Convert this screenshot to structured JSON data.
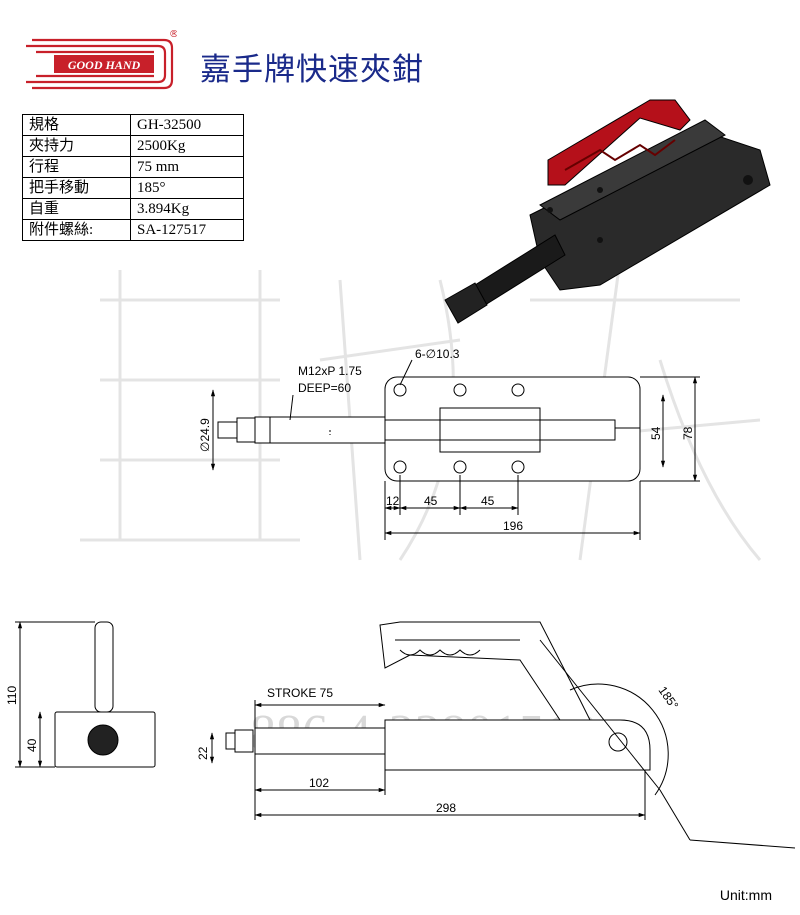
{
  "brand": {
    "logo_text": "GOOD HAND",
    "registered_mark": "®"
  },
  "title": "嘉手牌快速夾鉗",
  "specs": [
    {
      "key": "規格",
      "value": "GH-32500"
    },
    {
      "key": "夾持力",
      "value": "2500Kg"
    },
    {
      "key": "行程",
      "value": "75 mm"
    },
    {
      "key": "把手移動",
      "value": "185°"
    },
    {
      "key": "自重",
      "value": "3.894Kg"
    },
    {
      "key": "附件螺絲:",
      "value": "SA-127517"
    }
  ],
  "top_view": {
    "hole_callout": "6-∅10.3",
    "thread_callout_1": "M12xP 1.75",
    "thread_callout_2": "DEEP=60",
    "dia_label": "∅24.9",
    "dim_12": "12",
    "dim_45a": "45",
    "dim_45b": "45",
    "dim_196": "196",
    "dim_54": "54",
    "dim_78": "78"
  },
  "side_view": {
    "dim_110": "110",
    "dim_40": "40",
    "dim_22": "22",
    "stroke_label": "STROKE 75",
    "dim_102": "102",
    "dim_298": "298",
    "angle_label": "185°",
    "watermark_digits": "886-4-22801518"
  },
  "unit_label": "Unit:mm",
  "colors": {
    "title": "#1a2a8a",
    "logo_red": "#c8202a",
    "handle_red": "#b5101a",
    "body_dark": "#2a2a2a"
  }
}
